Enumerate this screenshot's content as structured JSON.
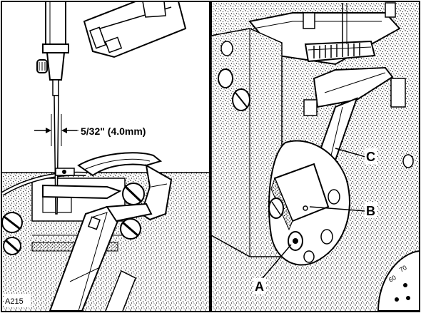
{
  "figure": {
    "code": "A215",
    "dimension_label": "5/32\" (4.0mm)",
    "callouts": {
      "a": "A",
      "b": "B",
      "c": "C"
    },
    "dial_marks": [
      "70",
      "60"
    ]
  }
}
